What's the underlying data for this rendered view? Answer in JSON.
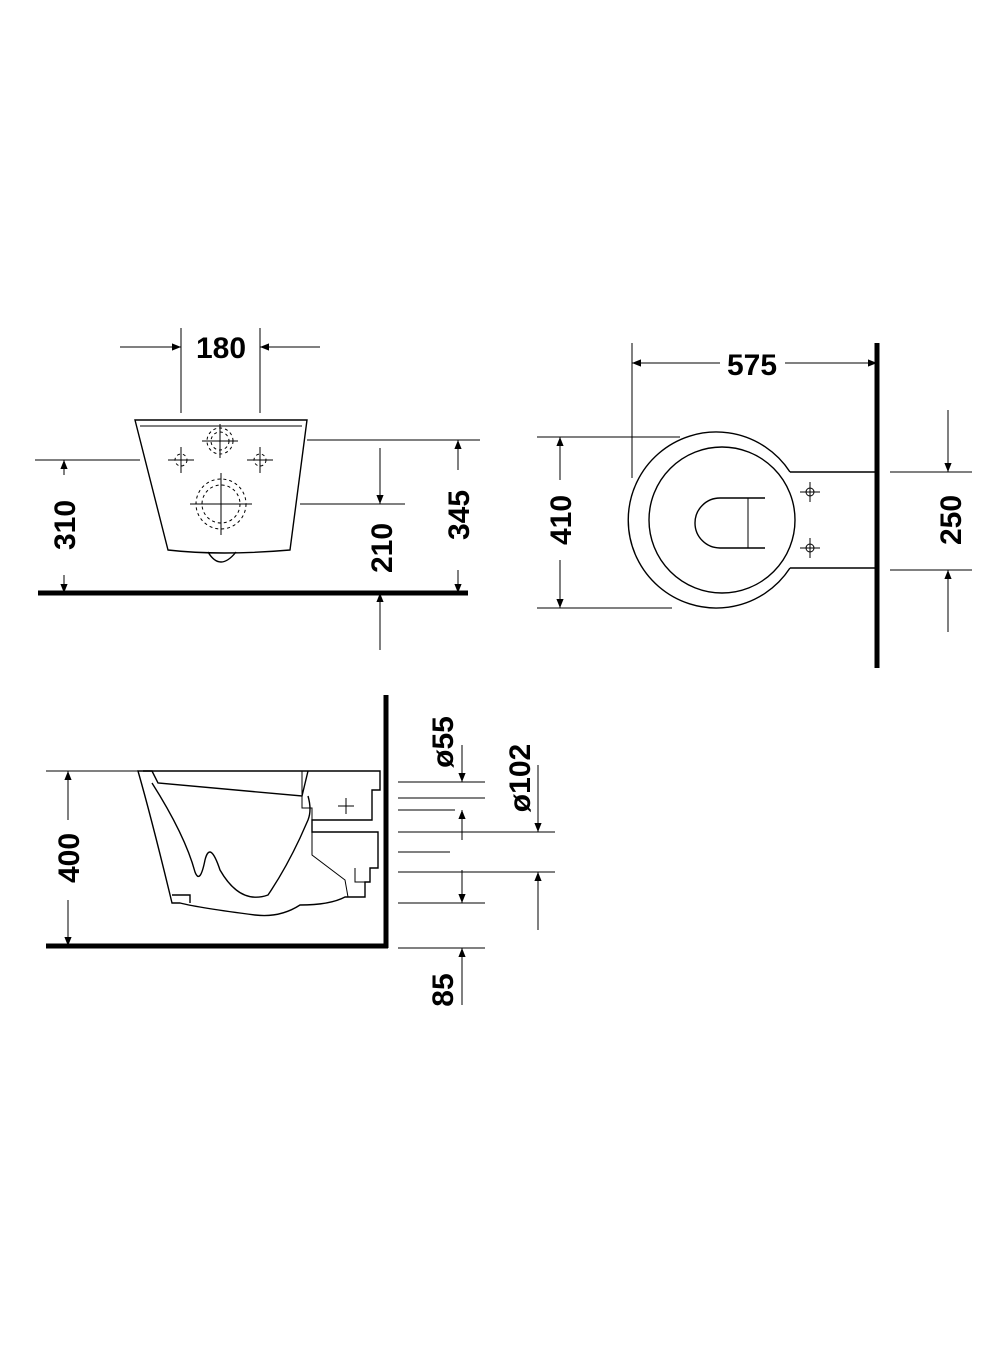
{
  "front_view": {
    "dims": {
      "width": "180",
      "height_left": "310",
      "inlet_height": "210",
      "overall_height": "345"
    }
  },
  "top_view": {
    "dims": {
      "length": "575",
      "width": "410",
      "fixing_spacing": "250"
    }
  },
  "side_view": {
    "dims": {
      "height": "400",
      "outlet_diameter": "ø102",
      "inlet_diameter": "ø55",
      "floor_offset": "85"
    }
  }
}
